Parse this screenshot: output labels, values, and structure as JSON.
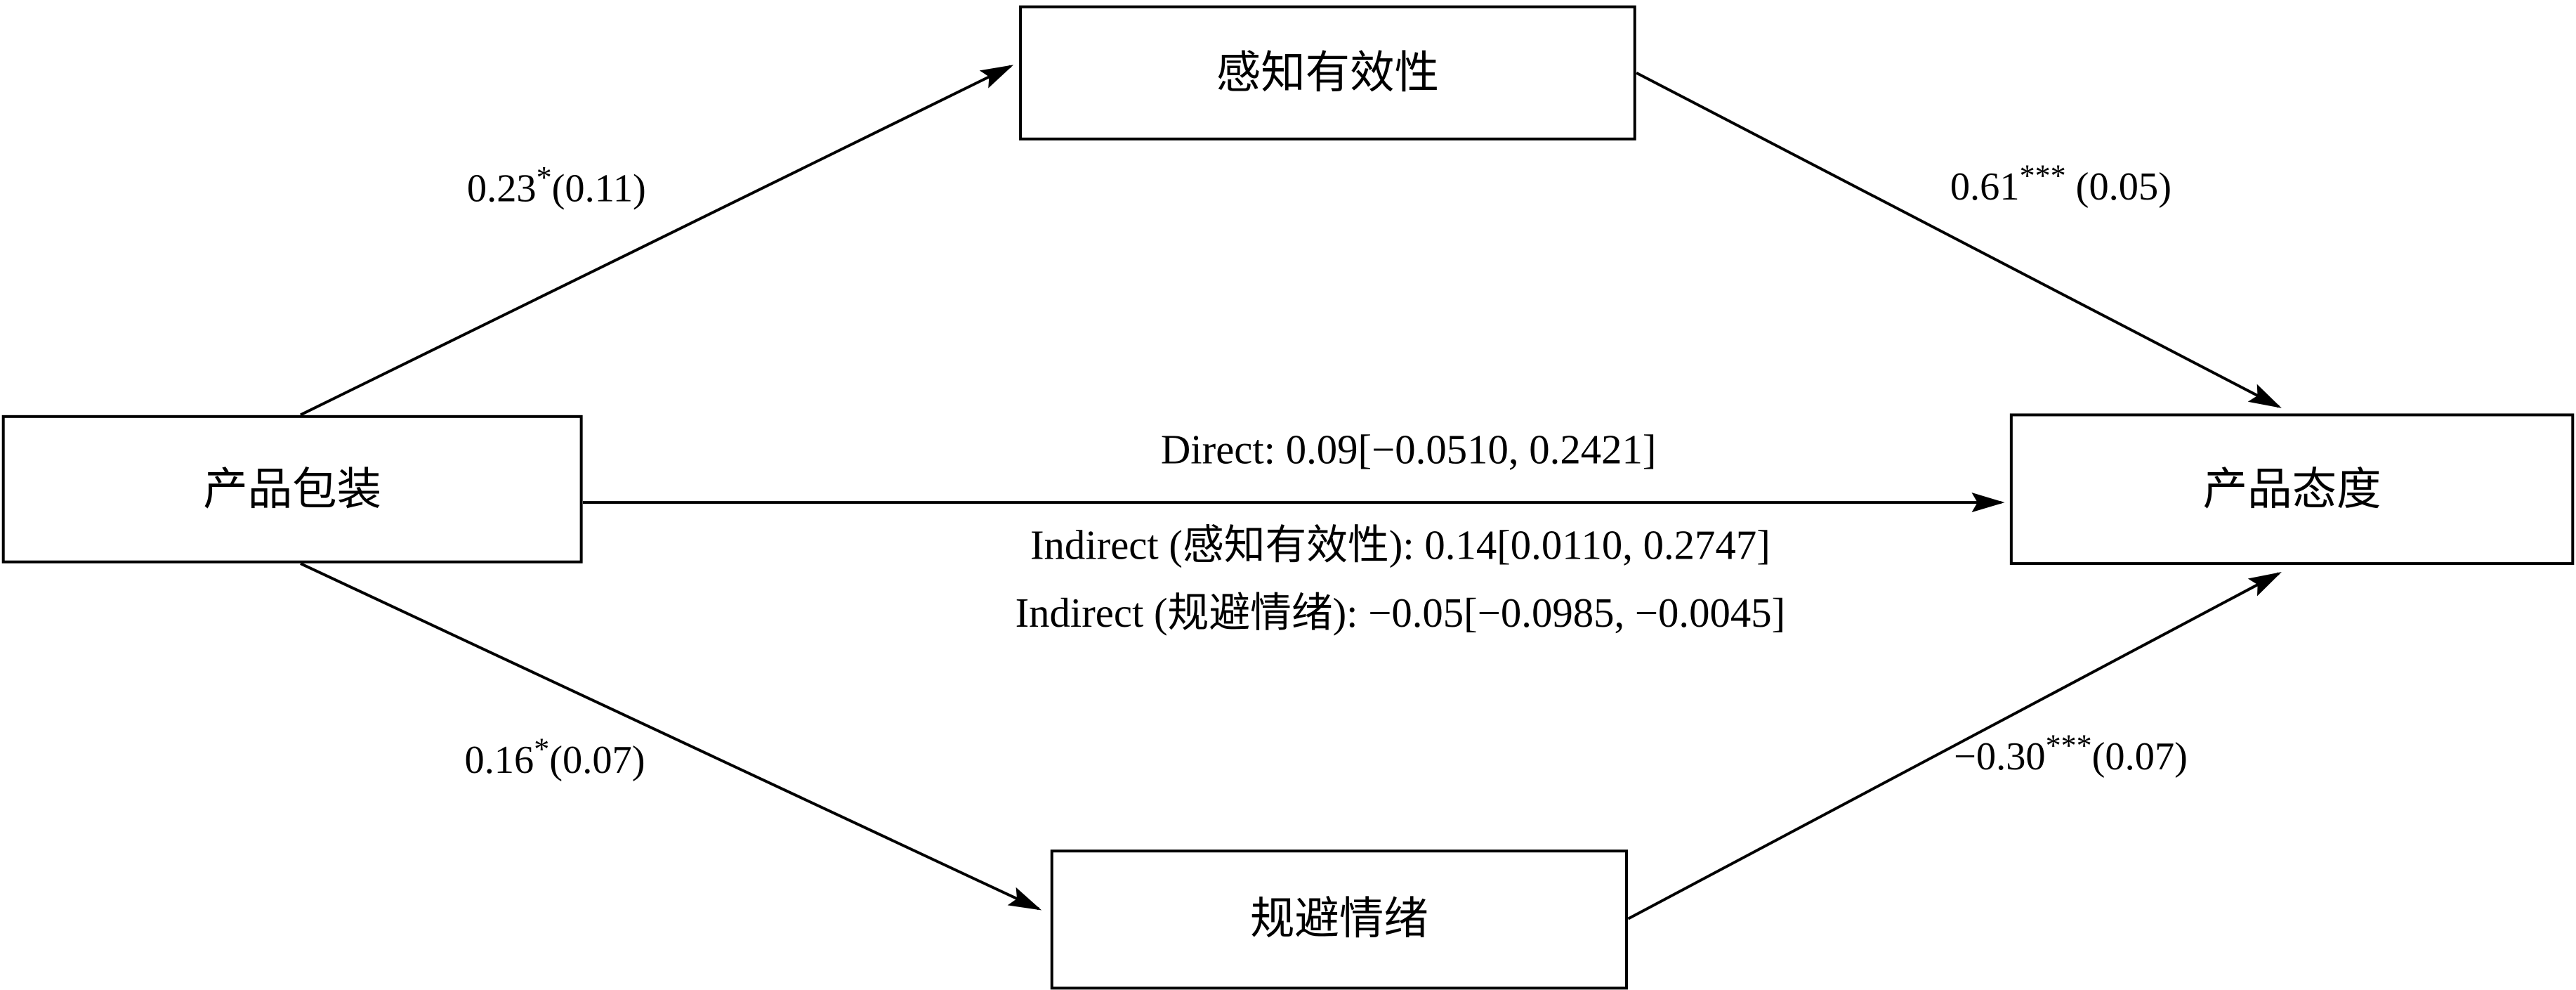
{
  "diagram": {
    "title": "mediation-path-diagram",
    "colors": {
      "stroke": "#000000",
      "background": "#ffffff",
      "text": "#000000"
    },
    "nodes": {
      "packaging": "产品包装",
      "effectiveness": "感知有效性",
      "avoidance": "规避情绪",
      "attitude": "产品态度"
    },
    "paths": {
      "a1": {
        "coef": "0.23",
        "stars": "*",
        "se": "(0.11)"
      },
      "b1": {
        "coef": "0.61",
        "stars": "***",
        "se": " (0.05)"
      },
      "a2": {
        "coef": "0.16",
        "stars": "*",
        "se": "(0.07)"
      },
      "b2": {
        "coef": "−0.30",
        "stars": "***",
        "se": "(0.07)"
      }
    },
    "effects": {
      "direct": "Direct: 0.09[−0.0510, 0.2421]",
      "indirect_effectiveness": "Indirect (感知有效性): 0.14[0.0110, 0.2747]",
      "indirect_avoidance": "Indirect (规避情绪): −0.05[−0.0985, −0.0045]"
    }
  }
}
